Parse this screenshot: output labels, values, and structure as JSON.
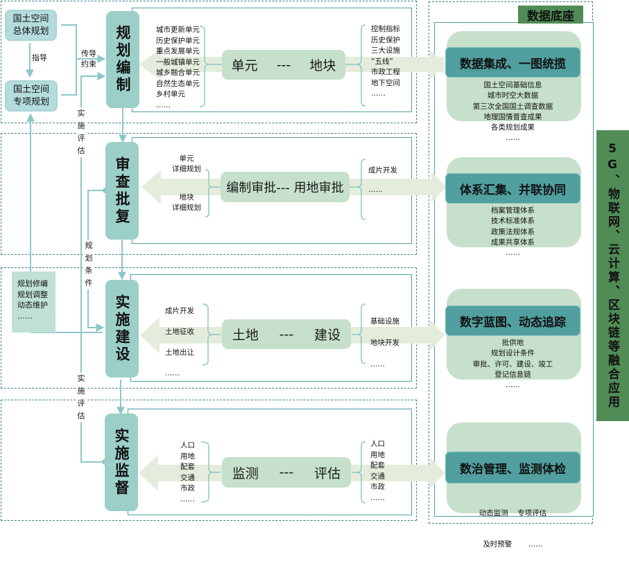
{
  "left_sources": {
    "overall_plan": "国土空间\n总体规划",
    "special_plan": "国土空间\n专项规划",
    "guide_label": "指导",
    "transmit_label": "传导\n约束",
    "feedback_box": [
      "规划修编",
      "规划调整",
      "动态维护",
      "……"
    ],
    "eval_label_1": "实施评估",
    "conditions_label": "规划条件",
    "eval_label_2": "实施评估"
  },
  "stages": [
    {
      "title": "规划编制",
      "left_list": [
        "城市更新单元",
        "历史保护单元",
        "重点发展单元",
        "一般城镇单元",
        "城乡融合单元",
        "自然生态单元",
        "乡村单元",
        "……"
      ],
      "pill_left": "单元",
      "pill_sep": "---",
      "pill_right": "地块",
      "right_list": [
        "控制指标",
        "历史保护",
        "三大设施",
        "“五线”",
        "市政工程",
        "地下空间",
        "……"
      ]
    },
    {
      "title": "审查批复",
      "left_list": [
        "单元\n详细规划",
        "地块\n详细规划"
      ],
      "pill_text": "编制审批--- 用地审批",
      "right_list": [
        "成片开发",
        "……"
      ]
    },
    {
      "title": "实施建设",
      "left_list": [
        "成片开发",
        "土地征收",
        "土地出让",
        "……"
      ],
      "pill_left": "土地",
      "pill_sep": "---",
      "pill_right": "建设",
      "right_list": [
        "基础设施",
        "地块开发",
        "……"
      ]
    },
    {
      "title": "实施监督",
      "left_list": [
        "人口",
        "用地",
        "配套",
        "交通",
        "市政",
        "……"
      ],
      "pill_left": "监测",
      "pill_sep": "---",
      "pill_right": "评估",
      "right_list": [
        "人口",
        "用地",
        "配套",
        "交通",
        "市政",
        "……"
      ]
    }
  ],
  "data_base": {
    "title": "数据底座",
    "hubs": [
      {
        "title": "数据集成、一图统揽",
        "items": [
          "国土空间基础信息",
          "城市时空大数据",
          "第三次全国国土调查数据",
          "地理国情普查成果",
          "各类规划成果",
          "……"
        ]
      },
      {
        "title": "体系汇集、并联协同",
        "items": [
          "档案管理体系",
          "技术标准体系",
          "政策法规体系",
          "成果共享体系",
          "……"
        ]
      },
      {
        "title": "数字蓝图、动态追踪",
        "items": [
          "批供地",
          "规划设计条件",
          "审批、许可、建设、竣工",
          "登记信息链",
          "……"
        ]
      },
      {
        "title": "数治管理、监测体检",
        "items": [
          "动态监测    专项评估",
          "及时预警       ……"
        ]
      }
    ]
  },
  "tech_banner": "5G、物联网、云计算、区块链等融合应用",
  "colors": {
    "stage_fill": "#9bcfc8",
    "pill_fill": "#c6e0cb",
    "hub_title_fill": "#519f9f",
    "green_tag": "#518c57",
    "line": "#8cc7c8",
    "arrow_fill": "#e4eddc",
    "dashed_border": "#3f7f86"
  }
}
